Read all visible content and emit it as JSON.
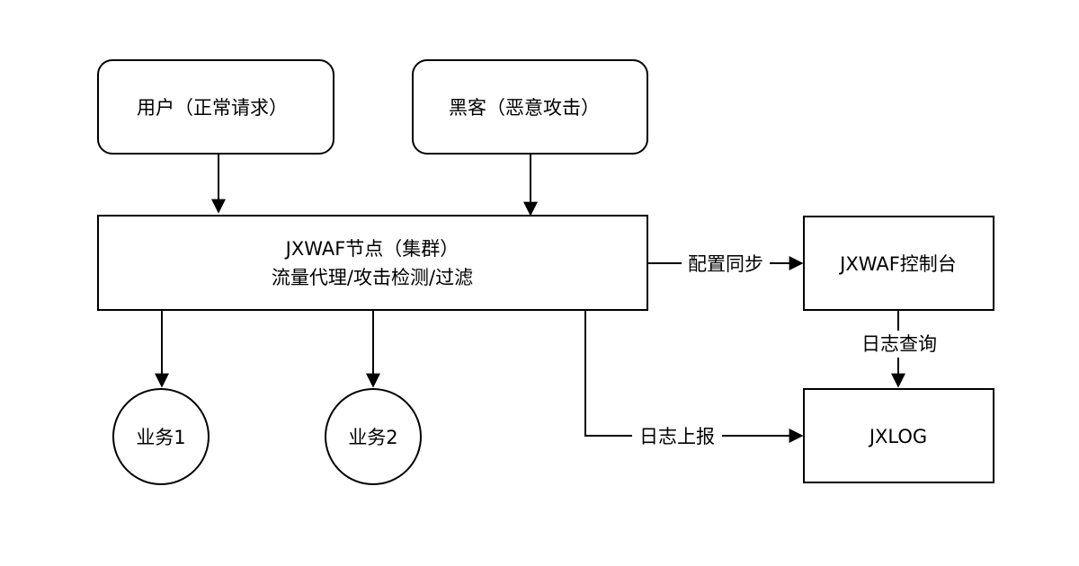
{
  "colors": {
    "stroke": "#000000",
    "fill": "#ffffff",
    "text": "#000000"
  },
  "nodes": {
    "user": {
      "label": "用户（正常请求）"
    },
    "hacker": {
      "label": "黑客（恶意攻击）"
    },
    "jxwaf_node": {
      "line1": "JXWAF节点（集群）",
      "line2": "流量代理/攻击检测/过滤"
    },
    "console": {
      "label": "JXWAF控制台"
    },
    "jxlog": {
      "label": "JXLOG"
    },
    "business1": {
      "label": "业务1"
    },
    "business2": {
      "label": "业务2"
    }
  },
  "edges": {
    "config_sync": {
      "label": "配置同步"
    },
    "log_query": {
      "label": "日志查询"
    },
    "log_report": {
      "label": "日志上报"
    }
  }
}
